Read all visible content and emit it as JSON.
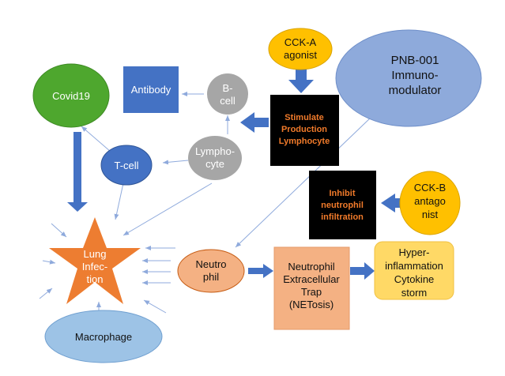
{
  "colors": {
    "blue_arrow": "#4472c4",
    "thin_arrow": "#8faadc",
    "covid_green": "#4ea72e",
    "antibody_blue": "#4472c4",
    "gray": "#a6a6a6",
    "tcell_blue": "#4472c4",
    "star_orange": "#ed7d31",
    "macrophage_blue": "#9dc3e6",
    "salmon": "#f4b183",
    "yellow": "#ffc000",
    "pale_yellow": "#ffd966",
    "lavender": "#8eaadb",
    "black_box": "#000000",
    "orange_text": "#f07a2a"
  },
  "nodes": {
    "covid19": "Covid19",
    "antibody": "Antibody",
    "bcell": [
      "B-",
      "cell"
    ],
    "tcell": "T-cell",
    "lymphocyte": [
      "Lympho-",
      "cyte"
    ],
    "lung": [
      "Lung",
      "Infec-",
      "tion"
    ],
    "macrophage": "Macrophage",
    "neutrophil": [
      "Neutro",
      "phil"
    ],
    "net": [
      "Neutrophil",
      "Extracellular",
      "Trap",
      "(NETosis)"
    ],
    "hyper": [
      "Hyper-",
      "inflammation",
      "Cytokine",
      "storm"
    ],
    "cck_a": [
      "CCK-A",
      "agonist"
    ],
    "cck_b": [
      "CCK-B",
      "antago",
      "nist"
    ],
    "pnb": [
      "PNB-001",
      "Immuno-",
      "modulator"
    ],
    "stimulate": [
      "Stimulate",
      "Production",
      "Lymphocyte"
    ],
    "inhibit": [
      "Inhibit",
      "neutrophil",
      "infiltration"
    ]
  }
}
